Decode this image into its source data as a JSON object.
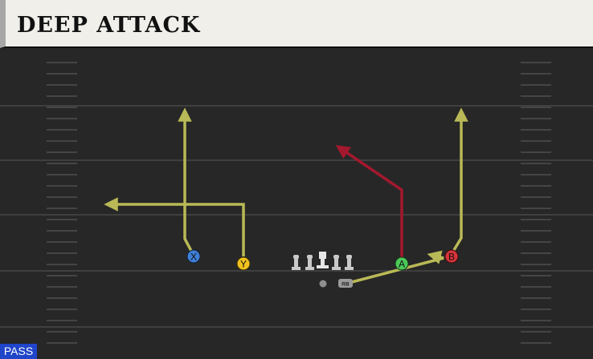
{
  "header": {
    "title": "DEEP ATTACK"
  },
  "badge": {
    "label": "PASS"
  },
  "colors": {
    "field": "#272727",
    "yard_line": "#3f3f3f",
    "hash": "#454545",
    "route_yellow": "#b9b957",
    "route_red": "#a3182e",
    "lineman": "#c9c9c9"
  },
  "players": [
    {
      "id": "x",
      "label": "X",
      "color": "#3f7fd6",
      "icon": "circle-x-icon"
    },
    {
      "id": "y",
      "label": "Y",
      "color": "#f0c21f",
      "icon": "circle-y-icon"
    },
    {
      "id": "a",
      "label": "A",
      "color": "#4dc85a",
      "icon": "circle-a-icon"
    },
    {
      "id": "b",
      "label": "B",
      "color": "#d8343b",
      "icon": "circle-b-icon"
    },
    {
      "id": "rb",
      "label": "RB",
      "color": "#9a9a9a",
      "icon": "rb-marker-icon"
    }
  ]
}
